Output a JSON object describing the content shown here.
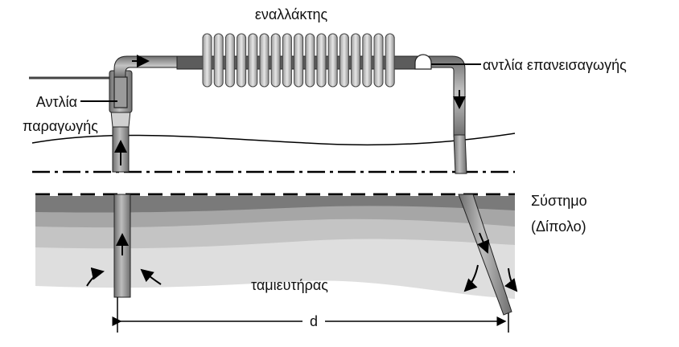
{
  "labels": {
    "exchanger": "εναλλάκτης",
    "reinjection_pump": "αντλία επανεισαγωγής",
    "production_pump_line1": "Αντλία",
    "production_pump_line2": "παραγωγής",
    "system_line1": "Σύστημο",
    "system_line2": "(Δίπολο)",
    "reservoir": "ταμιευτήρας",
    "distance": "d"
  },
  "colors": {
    "pipe": "#8a8a8a",
    "pipe_dark": "#5a5a5a",
    "fin": "#b8b8b8",
    "layer_top": "#7d7d7d",
    "layer_mid": "#a8a8a8",
    "layer_low": "#c6c6c6",
    "layer_reservoir": "#dedede"
  }
}
